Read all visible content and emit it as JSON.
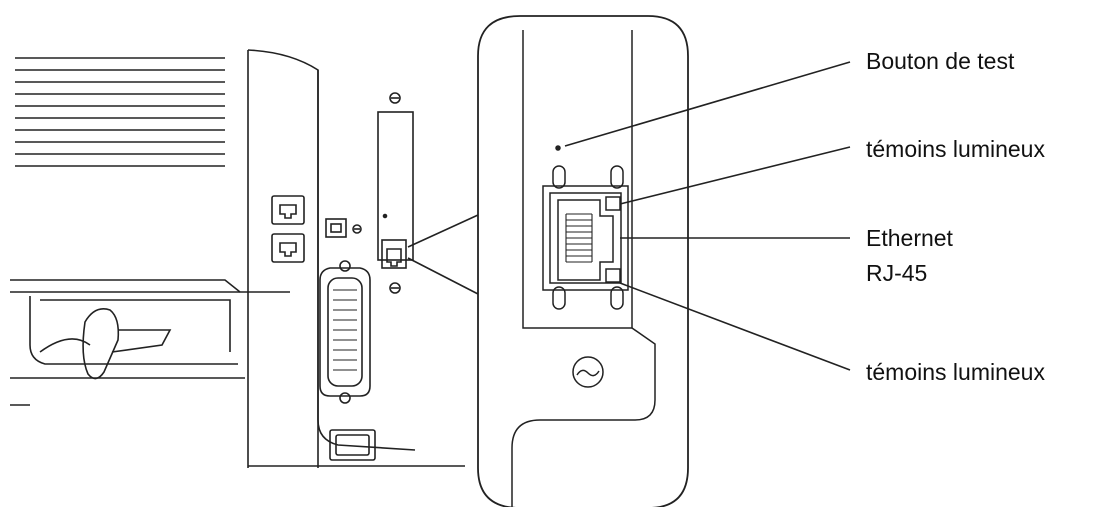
{
  "labels": {
    "test_button": "Bouton de test",
    "leds_top": "témoins lumineux",
    "ethernet_line1": "Ethernet",
    "ethernet_line2": "RJ-45",
    "leds_bottom": "témoins lumineux"
  },
  "colors": {
    "line": "#222222",
    "background": "#ffffff"
  }
}
